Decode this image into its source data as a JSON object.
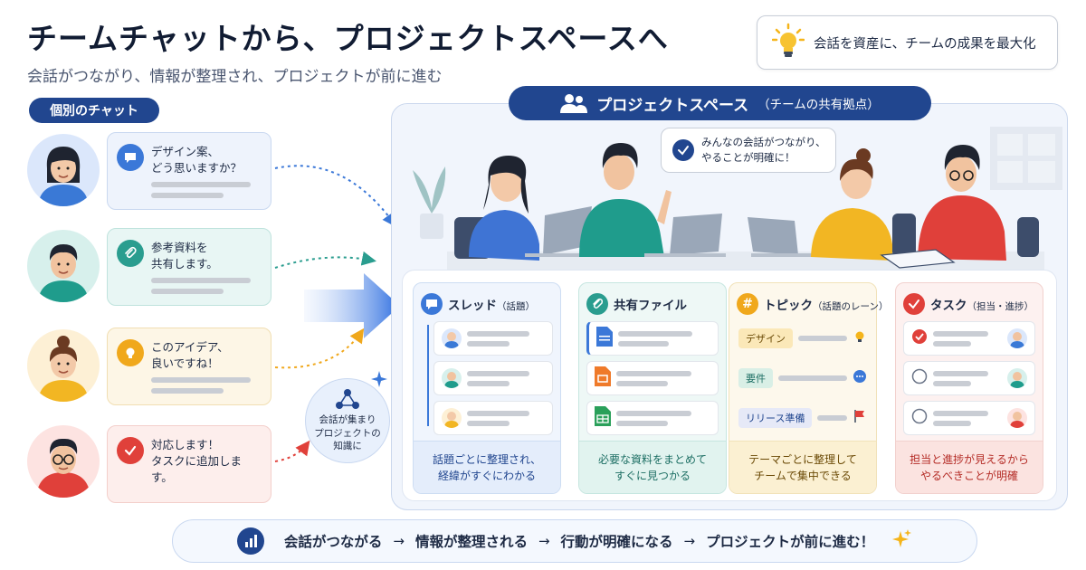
{
  "header": {
    "title": "チームチャットから、プロジェクトスペースへ",
    "subtitle": "会話がつながり、情報が整理され、プロジェクトが前に進む",
    "tagline": "会話を資産に、チームの成果を最大化"
  },
  "left": {
    "pill": "個別のチャット",
    "chats": [
      {
        "text": "デザイン案、\nどう思いますか？",
        "icon": "chat-bubble-icon"
      },
      {
        "text": "参考資料を\n共有します。",
        "icon": "paperclip-icon"
      },
      {
        "text": "このアイデア、\n良いですね！",
        "icon": "lightbulb-icon"
      },
      {
        "text": "対応します！\nタスクに追加します。",
        "icon": "checkmark-icon"
      }
    ],
    "knowledge": "会話が集まり\nプロジェクトの\n知識に"
  },
  "space": {
    "title": "プロジェクトスペース",
    "title_sub": "（チームの共有拠点）",
    "speech": "みんなの会話がつながり、\nやることが明確に！",
    "columns": [
      {
        "title": "スレッド",
        "title_sub": "（話題）",
        "footer": "話題ごとに整理され、\n経緯がすぐにわかる"
      },
      {
        "title": "共有ファイル",
        "title_sub": "",
        "footer": "必要な資料をまとめて\nすぐに見つかる"
      },
      {
        "title": "トピック",
        "title_sub": "（話題のレーン）",
        "footer": "テーマごとに整理して\nチームで集中できる",
        "tags": [
          "デザイン",
          "要件",
          "リリース準備"
        ]
      },
      {
        "title": "タスク",
        "title_sub": "（担当・進捗）",
        "footer": "担当と進捗が見えるから\nやるべきことが明確"
      }
    ]
  },
  "bottom": {
    "steps": [
      "会話がつながる",
      "情報が整理される",
      "行動が明確になる",
      "プロジェクトが前に進む！"
    ],
    "arrow": "→"
  },
  "colors": {
    "navy": "#21468f",
    "blue": "#3b78d8",
    "teal": "#2a9d8f",
    "amber": "#f0a81c",
    "red": "#e0403a"
  }
}
